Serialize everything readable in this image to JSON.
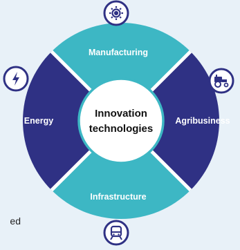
{
  "diagram": {
    "center": {
      "line1": "Innovation",
      "line2": "technologies"
    },
    "segments": [
      {
        "label": "Manufacturing",
        "icon": "gear-settings-icon",
        "color": "#3db7c4"
      },
      {
        "label": "Agribusiness",
        "icon": "tractor-icon",
        "color": "#2f3184"
      },
      {
        "label": "Infrastructure",
        "icon": "train-icon",
        "color": "#3db7c4"
      },
      {
        "label": "Energy",
        "icon": "lightning-bolt-icon",
        "color": "#2f3184"
      }
    ],
    "colors": {
      "teal": "#3db7c4",
      "navy": "#2f3184",
      "separator": "#ffffff",
      "icon_ring": "#2f3184",
      "background": "#e8f1f8"
    }
  },
  "page": {
    "cut_text": "ed"
  }
}
